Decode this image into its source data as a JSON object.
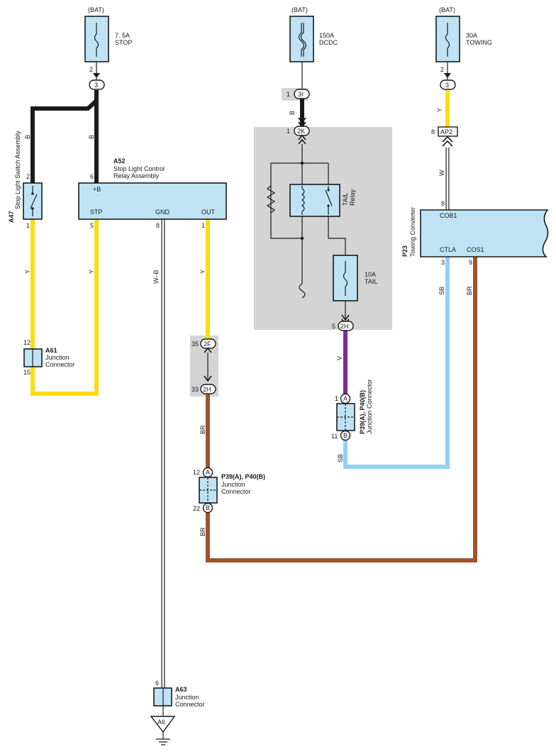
{
  "fuses": {
    "stop": {
      "supply": "(BAT)",
      "rating": "7. 5A",
      "name": "STOP",
      "pin": "2"
    },
    "dcdc": {
      "supply": "(BAT)",
      "rating": "150A",
      "name": "DCDC"
    },
    "towing": {
      "supply": "(BAT)",
      "rating": "30A",
      "name": "TOWING",
      "pin": "2"
    },
    "tail": {
      "rating": "10A",
      "name": "TAIL"
    }
  },
  "connectors": {
    "c3a": "3",
    "c3i": "3I",
    "c3i_pin": "1",
    "c2k": "2K",
    "c2k_pin": "1",
    "c3b": "3",
    "ap2": "AP2",
    "ap2_pin": "8",
    "c2h_top": "2H",
    "c2h_top_pin": "5",
    "c2f": "2F",
    "c2f_pin": "35",
    "c2h_mid": "2H",
    "c2h_mid_pin": "33",
    "ja": "A",
    "jb": "B"
  },
  "components": {
    "a47": {
      "code": "A47",
      "name": "Stop Light Switch Assembly",
      "pin_top": "2",
      "pin_bottom": "1"
    },
    "a52": {
      "code": "A52",
      "name_line1": "Stop Light Control",
      "name_line2": "Relay Assembly",
      "term_b": "+B",
      "term_stp": "STP",
      "term_gnd": "GND",
      "term_out": "OUT",
      "pin_b": "6",
      "pin_stp": "5",
      "pin_gnd": "8",
      "pin_out": "1"
    },
    "a61": {
      "code": "A61",
      "line1": "Junction",
      "line2": "Connector",
      "pin_top": "12",
      "pin_bottom": "15"
    },
    "a63": {
      "code": "A63",
      "line1": "Junction",
      "line2": "Connector",
      "pin_top": "6"
    },
    "ground": "A6",
    "tail_relay": {
      "line1": "TAIL",
      "line2": "Relay"
    },
    "p23": {
      "code": "P23",
      "name": "Towing Converter",
      "term_cob1": "COB1",
      "term_ctla": "CTLA",
      "term_cos1": "COS1",
      "pin_cob1": "8",
      "pin_ctla": "3",
      "pin_cos1": "9"
    },
    "jc_left": {
      "code": "P39(A), P40(B)",
      "line1": "Junction",
      "line2": "Connector",
      "pin_top": "12",
      "pin_bottom": "22"
    },
    "jc_right": {
      "code": "P39(A), P40(B)",
      "line1": "Junction Connector",
      "pin_top": "1",
      "pin_bottom": "11"
    }
  },
  "wire_labels": {
    "b1": "B",
    "b2": "B",
    "b3": "B",
    "y1": "Y",
    "y2": "Y",
    "y3": "Y",
    "y4": "Y",
    "wb": "W–B",
    "w": "W",
    "v": "V",
    "br1": "BR",
    "br2": "BR",
    "br3": "BR",
    "sb1": "SB",
    "sb2": "SB"
  },
  "colors": {
    "B": "#1a1a1a",
    "Y": "#fadd0f",
    "BR": "#a0522d",
    "V": "#7b2c96",
    "SB": "#8fd3f4",
    "W": "#ffffff",
    "component_fill": "#bfe3f5",
    "shade": "#d4d4d4"
  }
}
